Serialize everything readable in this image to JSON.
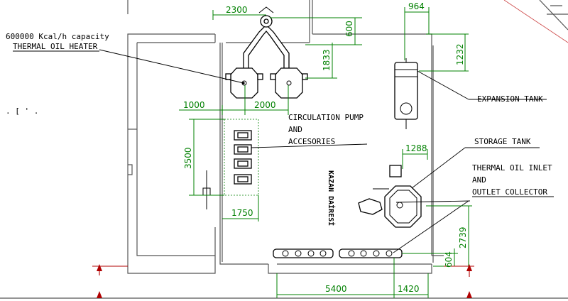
{
  "labels": {
    "heater_capacity": "600000 Kcal/h capacity",
    "heater_name": "THERMAL OIL HEATER",
    "expansion_tank": "EXPANSION TANK",
    "pump_line1": "CIRCULATION PUMP",
    "pump_line2": "AND",
    "pump_line3": "ACCESORIES",
    "storage_tank": "STORAGE TANK",
    "collector_line1": "THERMAL OIL INLET",
    "collector_line2": "AND",
    "collector_line3": "OUTLET COLLECTOR",
    "vertical_text": "KAZAN DAİRESİ",
    "stray_marks": ". [ ' ."
  },
  "dimensions": {
    "d2300": "2300",
    "d600": "600",
    "d964": "964",
    "d1833": "1833",
    "d1232": "1232",
    "d1000": "1000",
    "d2000": "2000",
    "d3500": "3500",
    "d1288": "1288",
    "d1750": "1750",
    "d2739": "2739",
    "d604": "604",
    "d5400": "5400",
    "d1420": "1420"
  },
  "colors": {
    "dimension": "#008000",
    "wall": "#555555",
    "equipment": "#000000",
    "marker": "#b00000"
  }
}
